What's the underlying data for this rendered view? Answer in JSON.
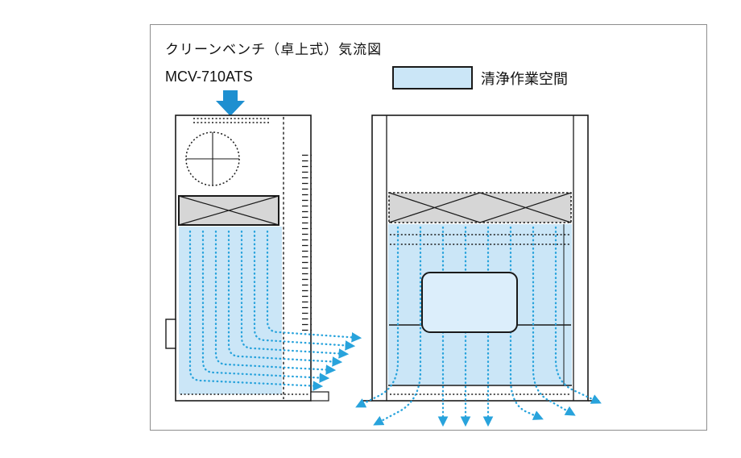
{
  "diagram": {
    "title": "クリーンベンチ（卓上式）気流図",
    "model": "MCV-710ATS",
    "legend_label": "清浄作業空間"
  },
  "colors": {
    "clean_space": "#cbe6f7",
    "window_fill": "#dceefb",
    "airflow": "#28a3dc",
    "intake_arrow": "#1e8fd0",
    "filter_fill": "#d6d6d6"
  }
}
